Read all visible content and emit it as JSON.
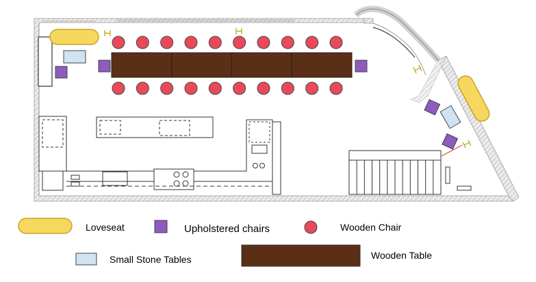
{
  "colors": {
    "loveseat_fill": "#f7d85e",
    "loveseat_stroke": "#c9a230",
    "chair_fill": "#8e5bbf",
    "wooden_chair_fill": "#e94a5a",
    "stone_table_fill": "#cfe3f3",
    "wooden_table_fill": "#5b2f16",
    "wall_hatch": "#bdbdbd"
  },
  "legend": {
    "loveseat": {
      "label": "Loveseat",
      "icon": "loveseat-icon"
    },
    "upholstered_chairs": {
      "label": "Upholstered chairs",
      "icon": "upholstered-chair-icon"
    },
    "wooden_chair": {
      "label": "Wooden Chair",
      "icon": "wooden-chair-icon"
    },
    "small_stone_tables": {
      "label": "Small Stone Tables",
      "icon": "stone-table-icon"
    },
    "wooden_table": {
      "label": "Wooden Table",
      "icon": "wooden-table-icon"
    }
  },
  "floorplan": {
    "wooden_chairs_per_side": 10,
    "wooden_table_sections": 4,
    "loveseats": 2,
    "upholstered_chairs": 5,
    "small_stone_tables": 2
  }
}
